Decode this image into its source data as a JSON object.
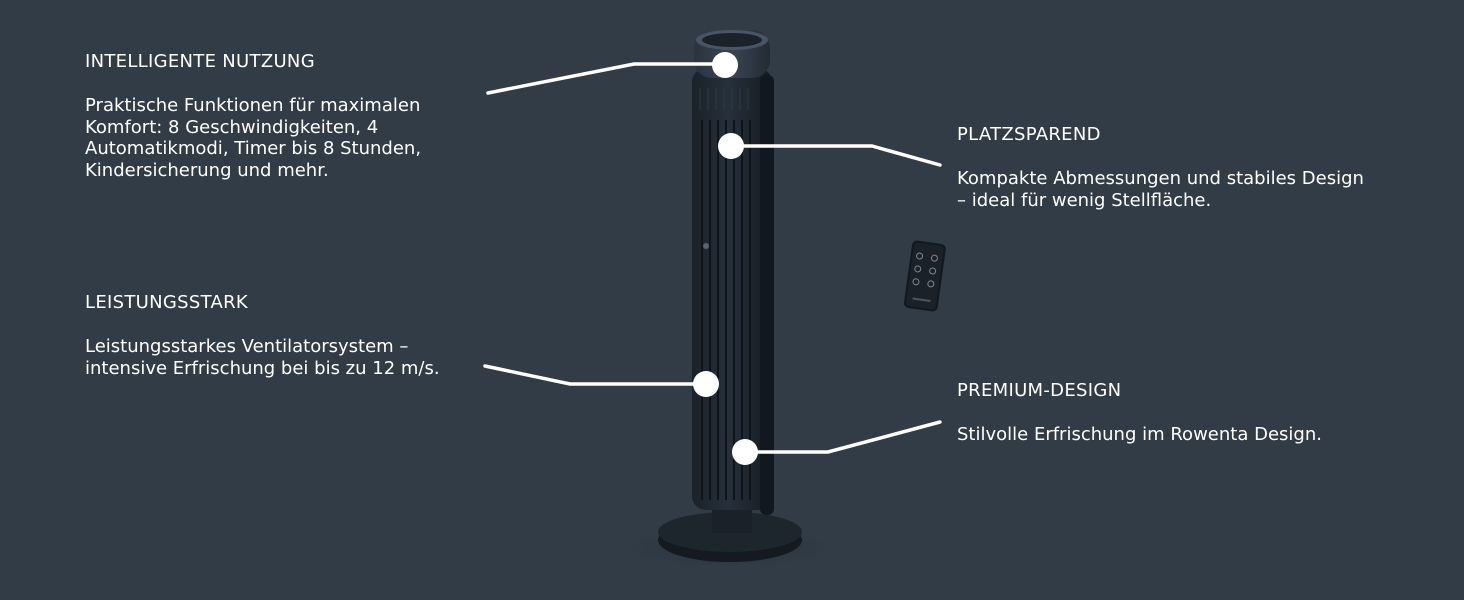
{
  "features": [
    {
      "title": "INTELLIGENTE NUTZUNG",
      "text": "Praktische Funktionen für maximalen Komfort: 8 Geschwindigkeiten, 4 Automatikmodi, Timer bis 8 Stunden, Kindersicherung und mehr."
    },
    {
      "title": "LEISTUNGSSTARK",
      "text": "Leistungsstarkes Ventilatorsystem – intensive Erfrischung bei bis zu 12 m/s."
    },
    {
      "title": "PLATZSPAREND",
      "text": "Kompakte Abmessungen und stabiles Design – ideal für wenig Stellfläche."
    },
    {
      "title": "PREMIUM-DESIGN",
      "text": "Stilvolle Erfrischung im Rowenta Design."
    }
  ],
  "colors": {
    "background": "#323c46",
    "fan_body": "#1e2630",
    "callout": "#ffffff"
  },
  "icons": [
    "tower-fan-image",
    "remote-control-image"
  ]
}
